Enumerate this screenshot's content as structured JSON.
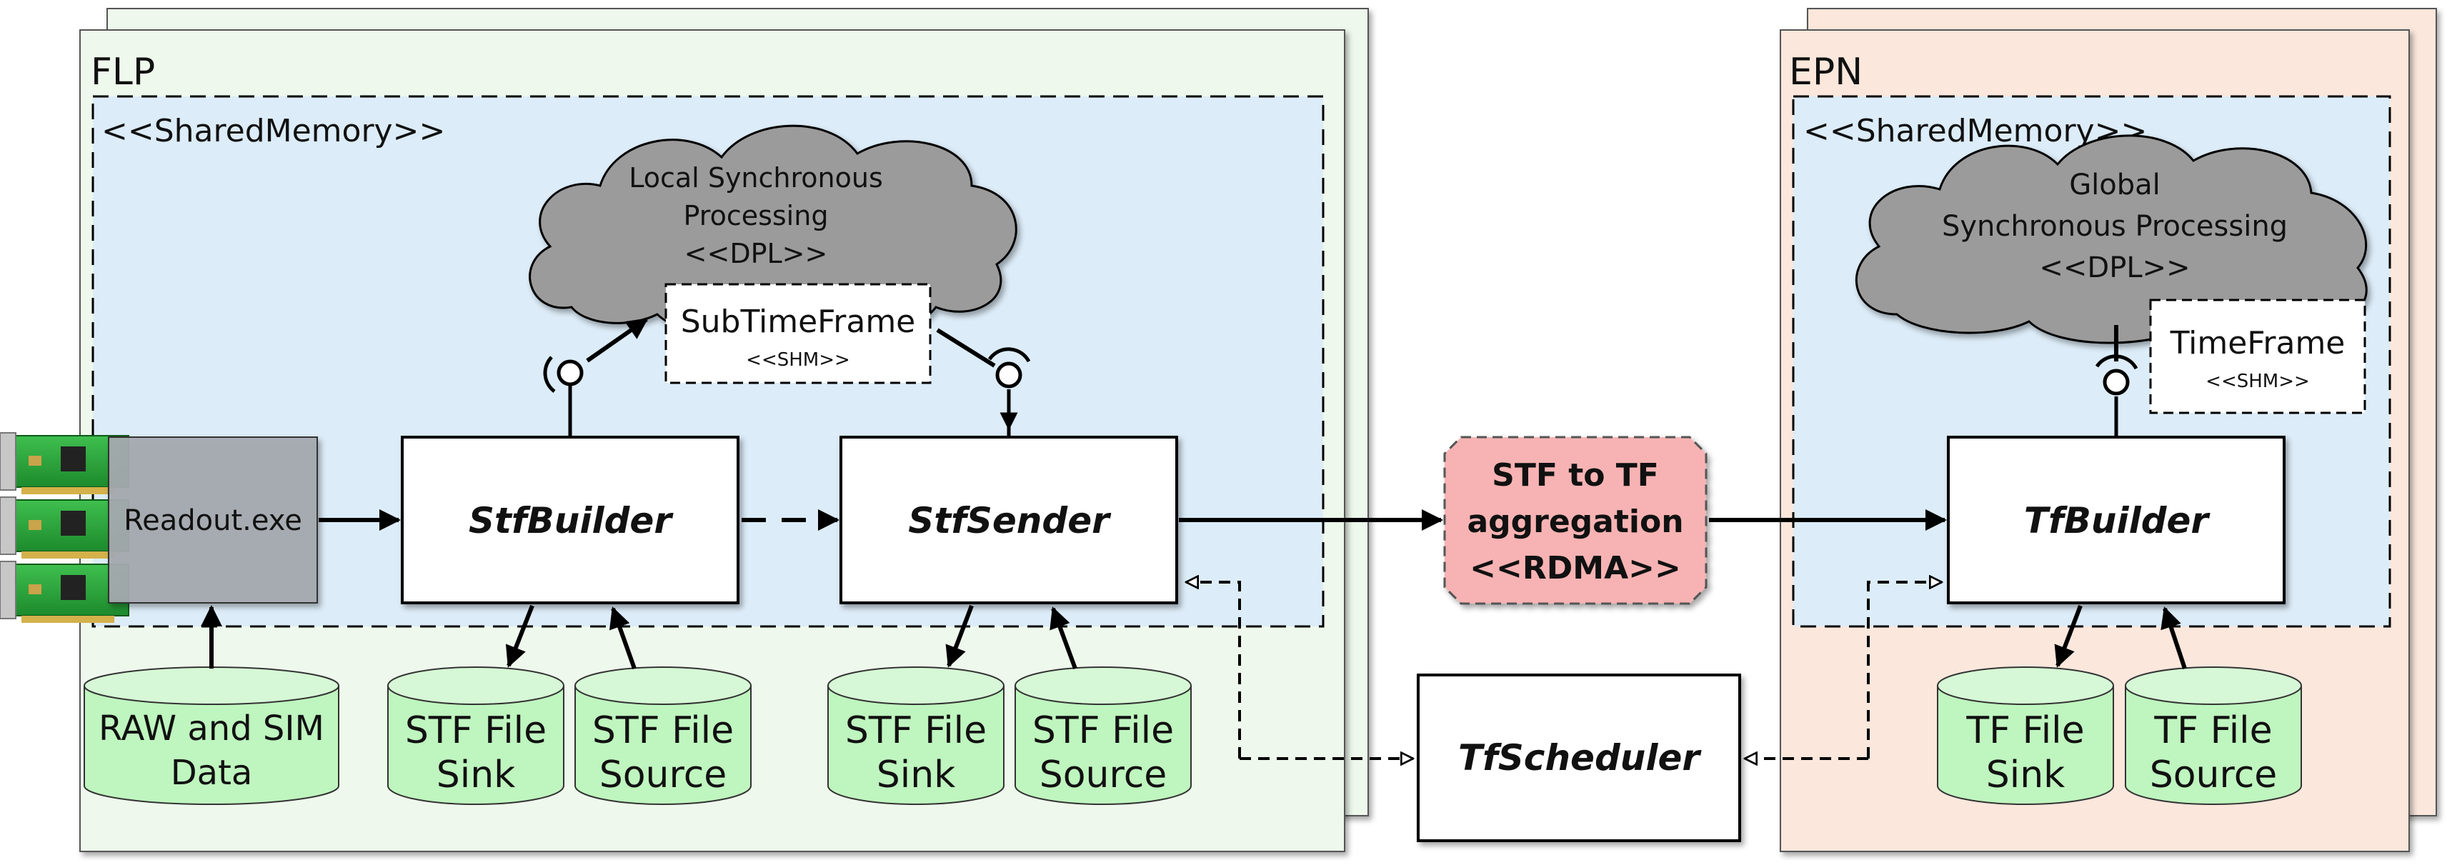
{
  "flp": {
    "title": "FLP",
    "shared_memory_label": "<<SharedMemory>>",
    "cloud": {
      "line1": "Local Synchronous",
      "line2": "Processing",
      "line3": "<<DPL>>"
    },
    "subtimeframe": {
      "title": "SubTimeFrame",
      "stereotype": "<<SHM>>"
    },
    "readout_label": "Readout.exe",
    "stfbuilder_label": "StfBuilder",
    "stfsender_label": "StfSender",
    "db_raw": {
      "line1": "RAW and SIM",
      "line2": "Data"
    },
    "db_stf_sink_1": {
      "line1": "STF File",
      "line2": "Sink"
    },
    "db_stf_source_1": {
      "line1": "STF File",
      "line2": "Source"
    },
    "db_stf_sink_2": {
      "line1": "STF File",
      "line2": "Sink"
    },
    "db_stf_source_2": {
      "line1": "STF File",
      "line2": "Source"
    }
  },
  "middle": {
    "aggregation": {
      "line1": "STF to TF",
      "line2": "aggregation",
      "line3": "<<RDMA>>"
    },
    "tfscheduler_label": "TfScheduler"
  },
  "epn": {
    "title": "EPN",
    "shared_memory_label": "<<SharedMemory>>",
    "cloud": {
      "line1": "Global",
      "line2": "Synchronous Processing",
      "line3": "<<DPL>>"
    },
    "timeframe": {
      "title": "TimeFrame",
      "stereotype": "<<SHM>>"
    },
    "tfbuilder_label": "TfBuilder",
    "db_tf_sink": {
      "line1": "TF File",
      "line2": "Sink"
    },
    "db_tf_source": {
      "line1": "TF File",
      "line2": "Source"
    }
  },
  "colors": {
    "flp_bg": "#eef8ec",
    "epn_bg": "#fbe7dc",
    "shm_bg": "#dcecf8",
    "cloud_fill": "#9b9b9b",
    "db_fill": "#bff5bf",
    "aggregation_fill": "#f7b3b3",
    "readout_fill": "#a6aaaf"
  }
}
